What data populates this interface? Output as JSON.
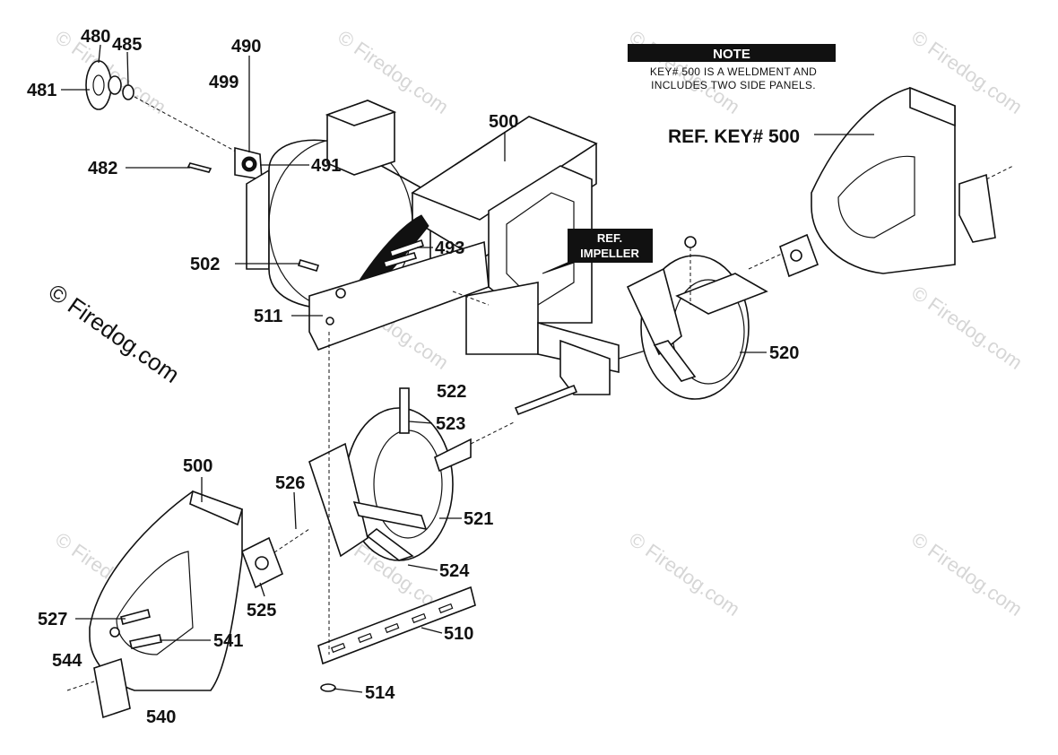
{
  "note": {
    "title": "NOTE",
    "lines": [
      "KEY# 500 IS A WELDMENT AND",
      "INCLUDES TWO SIDE PANELS."
    ]
  },
  "ref_impeller": [
    "REF.",
    "IMPELLER"
  ],
  "ref_key": "REF. KEY# 500",
  "watermark": "© Firedog.com",
  "labels": {
    "p480": "480",
    "p485": "485",
    "p481": "481",
    "p490": "490",
    "p499": "499",
    "p482": "482",
    "p491": "491",
    "p500_top": "500",
    "p493": "493",
    "p502": "502",
    "p511": "511",
    "p520": "520",
    "p522": "522",
    "p523": "523",
    "p500_left": "500",
    "p526": "526",
    "p521": "521",
    "p524": "524",
    "p525": "525",
    "p527": "527",
    "p541": "541",
    "p510": "510",
    "p544": "544",
    "p540": "540",
    "p514": "514"
  }
}
